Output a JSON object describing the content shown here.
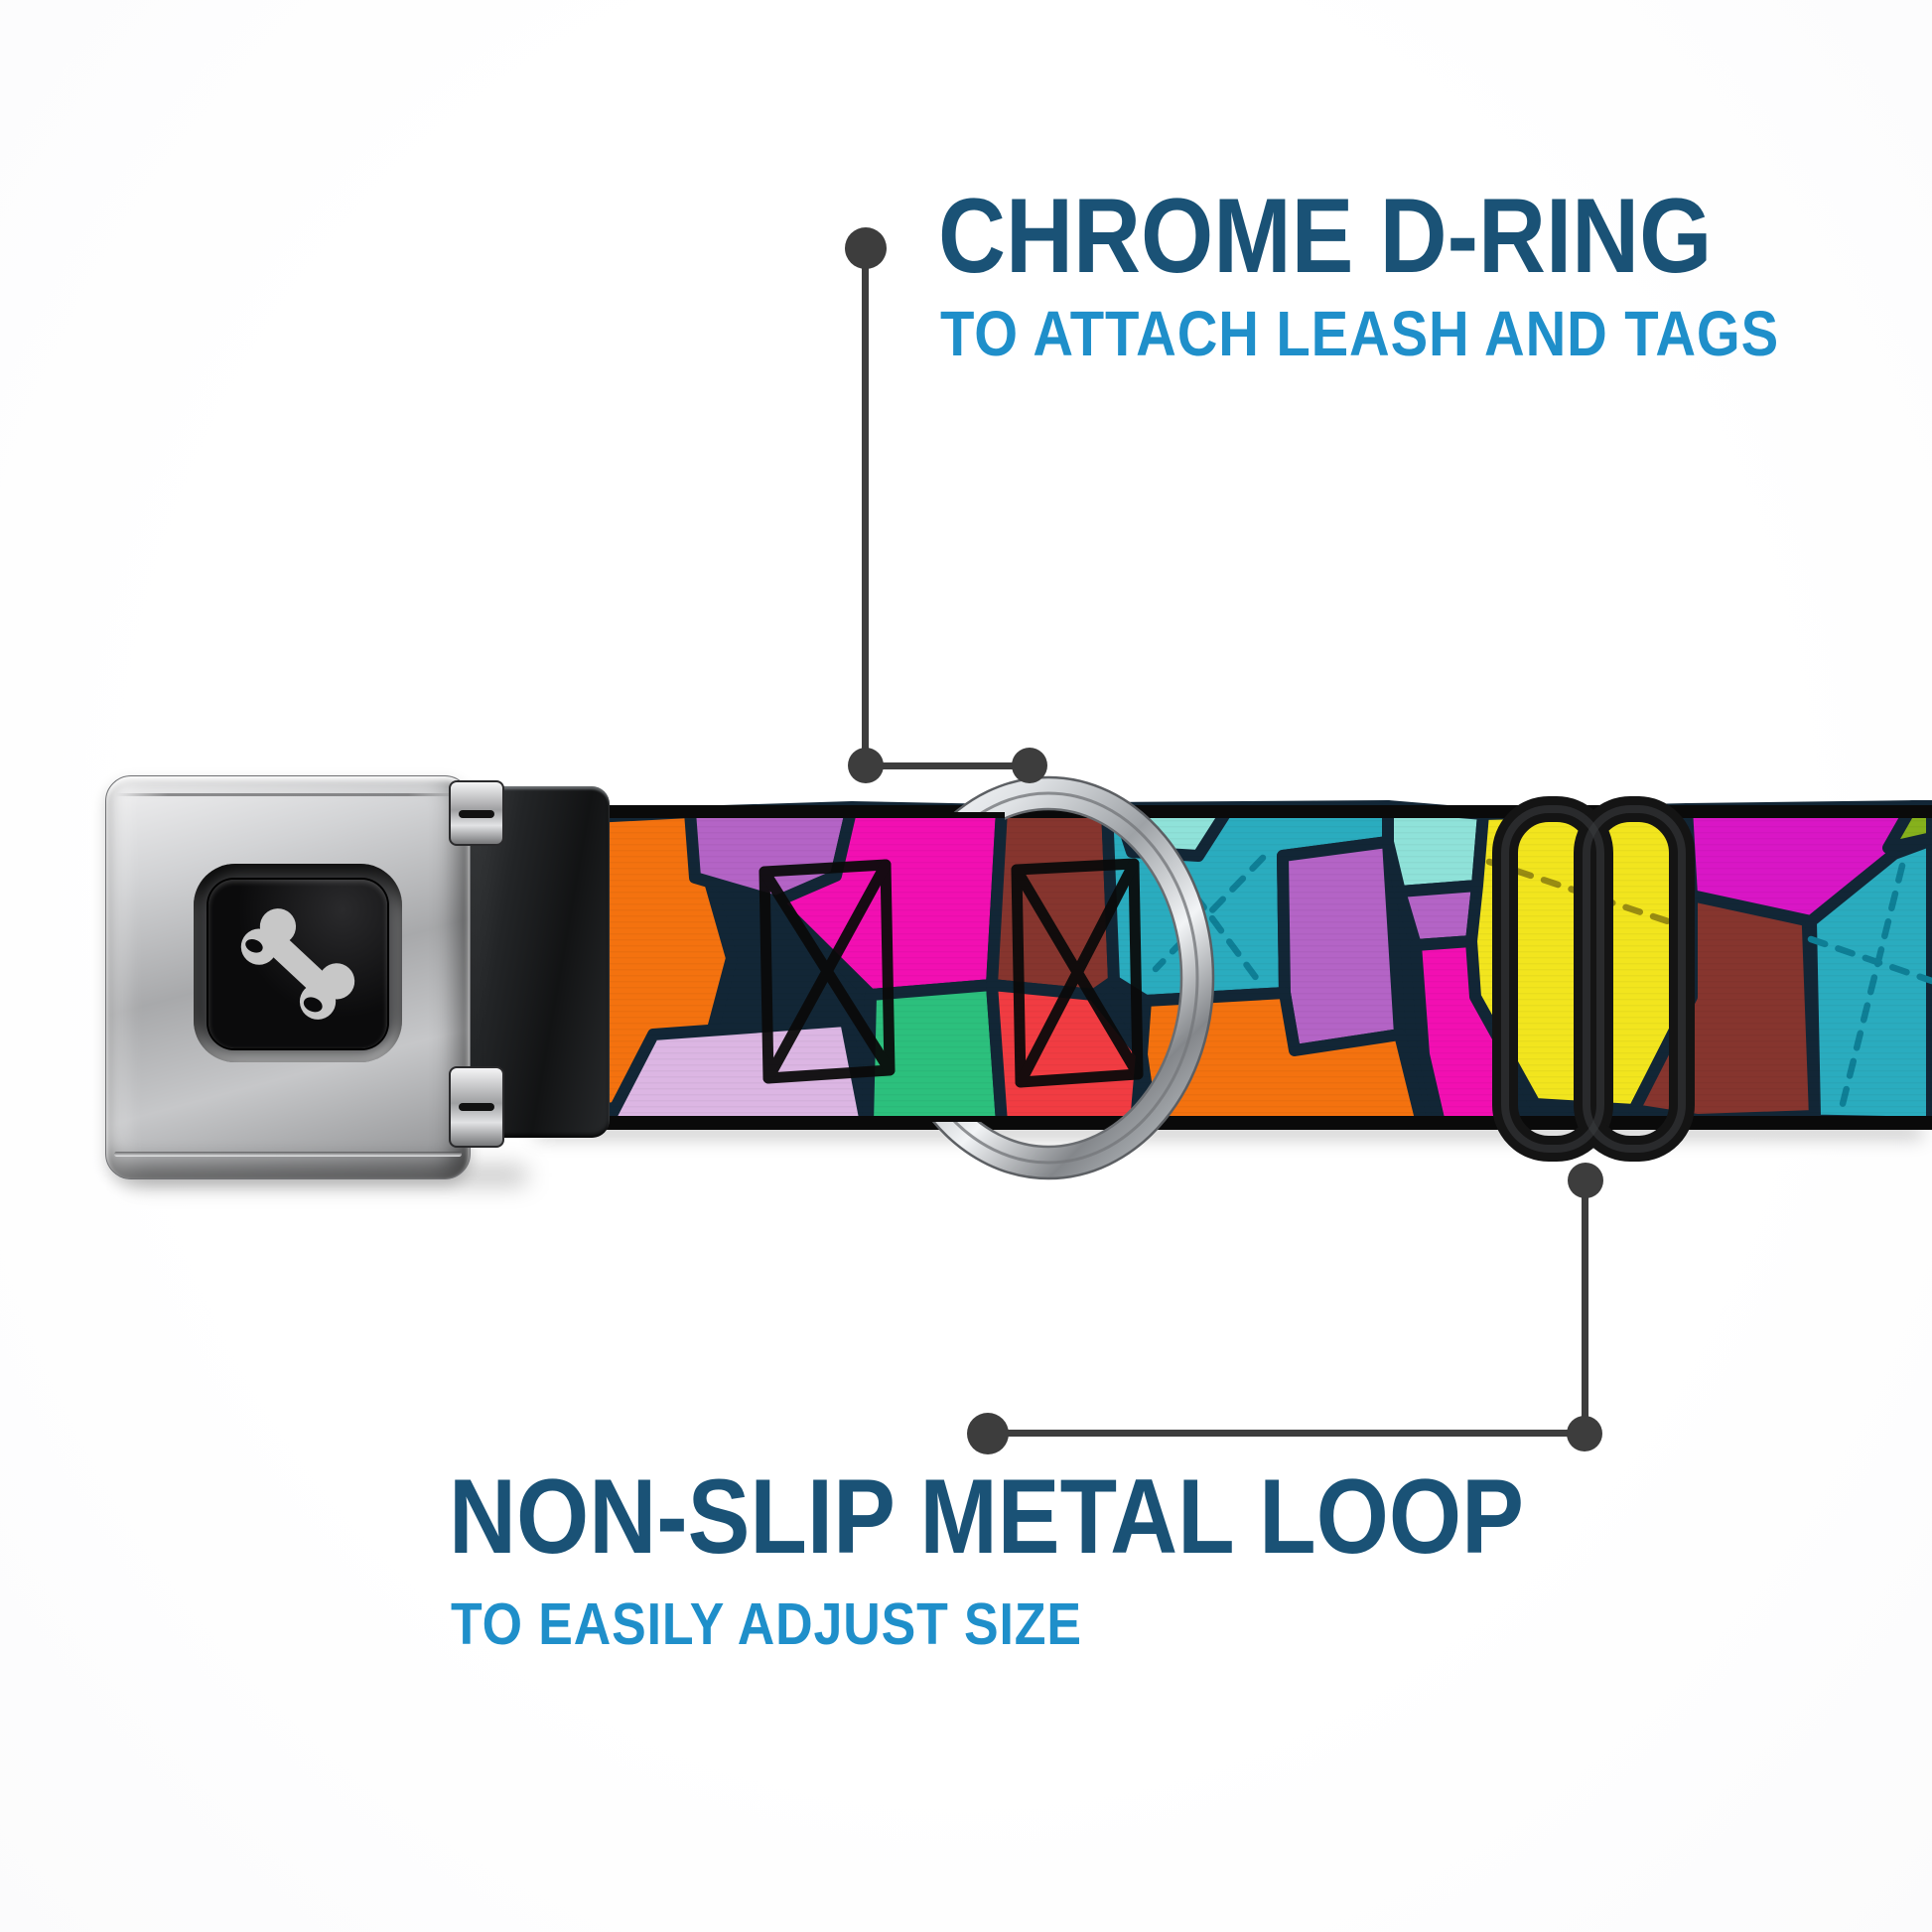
{
  "callouts": {
    "dring": {
      "title": "CHROME D-RING",
      "subtitle": "TO ATTACH LEASH AND TAGS"
    },
    "loop": {
      "title": "NON-SLIP METAL LOOP",
      "subtitle": "TO EASILY ADJUST SIZE"
    }
  },
  "palette": {
    "title_blue": "#1a5276",
    "subtitle_blue": "#1f8fca",
    "annotation": "#3d3d3d",
    "grout": "#122636",
    "edge": "#0a0a0a",
    "orange": "#f4720f",
    "orchid": "#b464c6",
    "lavender": "#dcb6e3",
    "hotpink": "#f20fb2",
    "magenta": "#d916c6",
    "green": "#2cc07d",
    "yellowgreen": "#86b11c",
    "red": "#f13c42",
    "maroon": "#86352e",
    "teal": "#2aacbf",
    "teal_dash": "#0e7f96",
    "aqua": "#8fe2d9",
    "yellow": "#f2e51e",
    "yellow_dash": "#998c12",
    "slider_black": "#141414",
    "slider_sheen": "#3a3d40",
    "bone_gray": "#c7c7c7"
  },
  "icons": {
    "buckle_logo": "bone-icon"
  }
}
